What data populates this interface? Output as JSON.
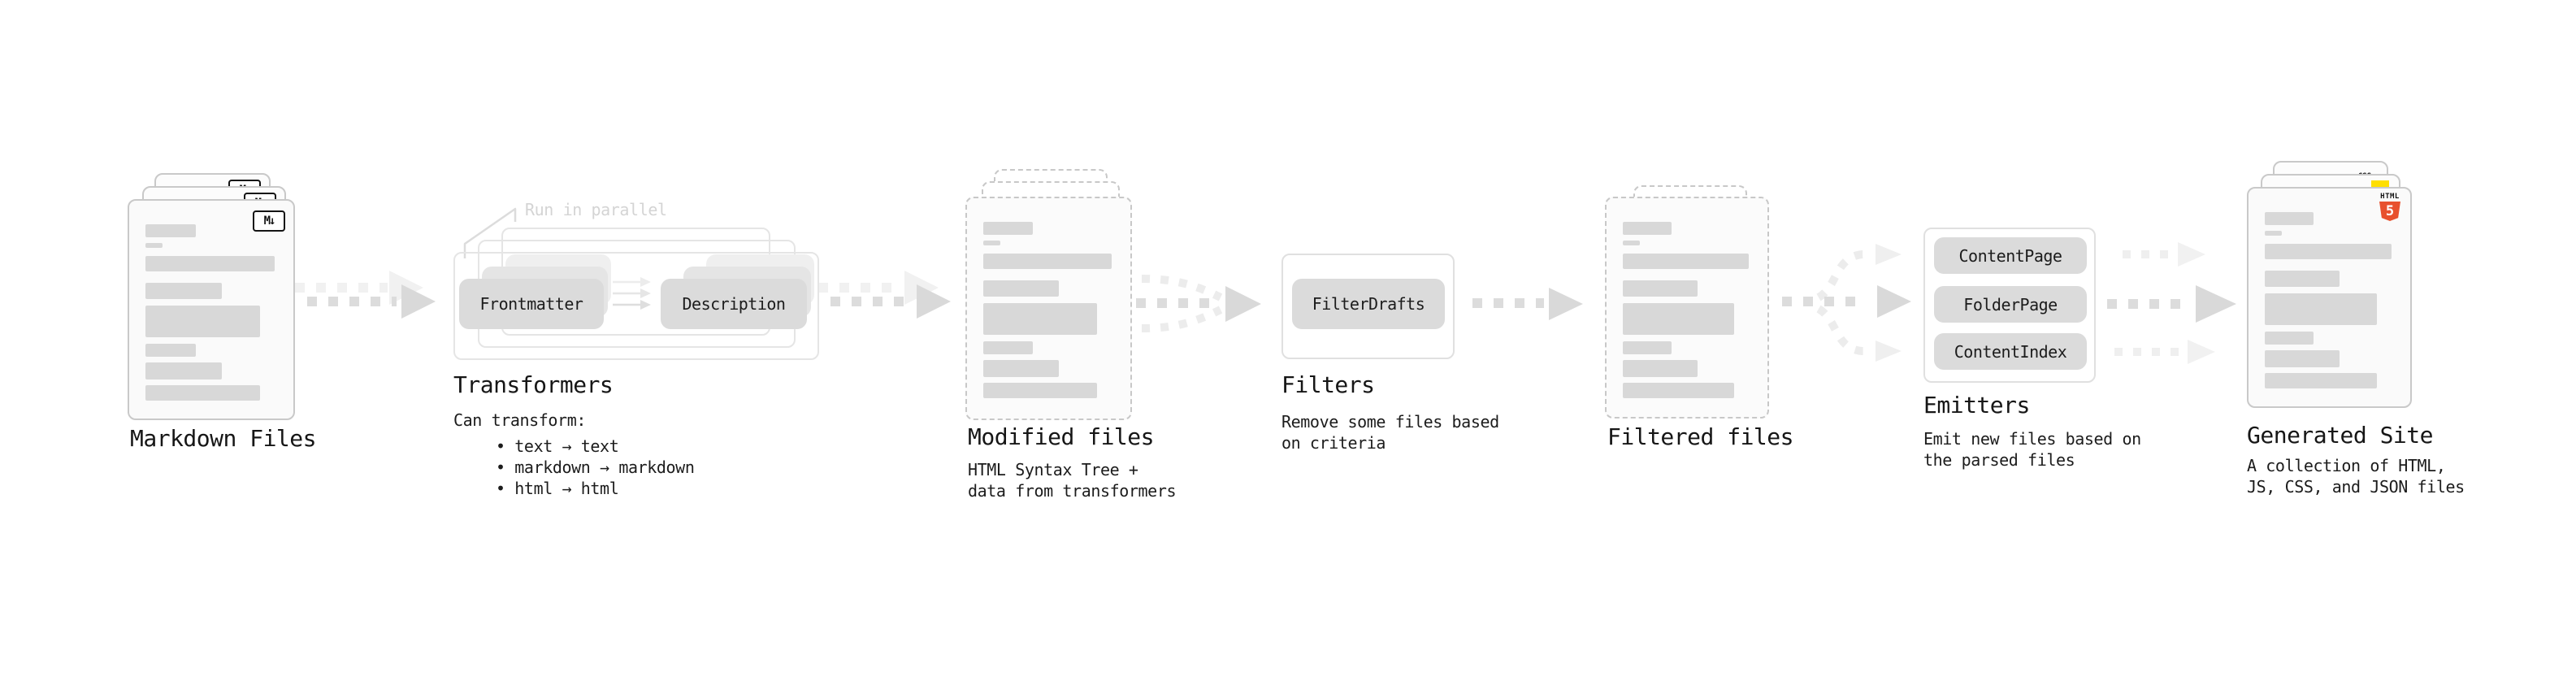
{
  "icons": {
    "markdown_label": "M↓",
    "html5_label": "HTML",
    "html5_number": "5",
    "css_label": "CSS"
  },
  "annotation": {
    "run_in_parallel": "Run in parallel"
  },
  "stages": {
    "markdown_files": {
      "title": "Markdown Files"
    },
    "transformers": {
      "title": "Transformers",
      "pill_left": "Frontmatter",
      "pill_right": "Description",
      "caption": "Can transform:",
      "bullets": [
        "• text → text",
        "• markdown → markdown",
        "• html → html"
      ]
    },
    "modified_files": {
      "title": "Modified files",
      "caption_lines": [
        "HTML Syntax Tree +",
        "data from transformers"
      ]
    },
    "filters": {
      "title": "Filters",
      "pill": "FilterDrafts",
      "caption_lines": [
        "Remove some files based",
        "on criteria"
      ]
    },
    "filtered_files": {
      "title": "Filtered files"
    },
    "emitters": {
      "title": "Emitters",
      "pills": [
        "ContentPage",
        "FolderPage",
        "ContentIndex"
      ],
      "caption_lines": [
        "Emit new files based on",
        "the parsed files"
      ]
    },
    "generated_site": {
      "title": "Generated Site",
      "caption_lines": [
        "A collection of HTML,",
        "JS, CSS, and JSON files"
      ]
    }
  },
  "colors": {
    "card_fill": "#fafafa",
    "card_border": "#c9c9c9",
    "dashed_border": "#c8c8c8",
    "bar_gray": "#d8d8d8",
    "pill_gray": "#dbdbdb",
    "arrow_dark": "#dcdcdc",
    "arrow_faint": "#efefef",
    "annotation_gray": "#d4d4d4",
    "js_yellow": "#ffdf00",
    "html5_orange": "#e8512e",
    "css_blue": "#2962ff"
  }
}
